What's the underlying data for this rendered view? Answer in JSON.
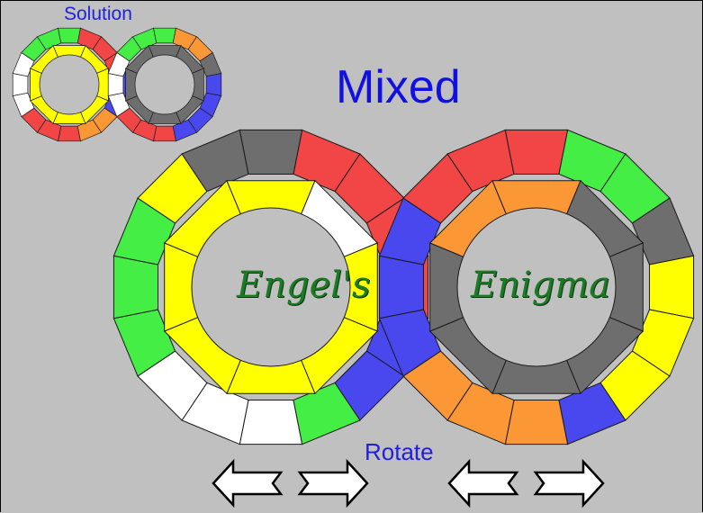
{
  "solution_label": "Solution",
  "status_title": "Mixed",
  "rotate_label": "Rotate",
  "logo": {
    "left": "Engel's",
    "right": "Enigma"
  },
  "colors": {
    "background": "#c0c0c0",
    "red": "#f24545",
    "blue": "#4848ee",
    "yellow": "#ffff00",
    "orange": "#fc9735",
    "white": "#ffffff",
    "green": "#44ee44",
    "gray": "#6e6e6e"
  },
  "controls": [
    {
      "id": "rotate-left-ccw",
      "direction": "left"
    },
    {
      "id": "rotate-left-cw",
      "direction": "right"
    },
    {
      "id": "rotate-right-ccw",
      "direction": "left"
    },
    {
      "id": "rotate-right-cw",
      "direction": "right"
    }
  ],
  "puzzle": {
    "left_outer": [
      "white",
      "white",
      "white",
      "green",
      "green",
      "green",
      "yellow",
      "gray",
      "gray",
      "red",
      "red",
      "red",
      "red",
      "blue",
      "blue",
      "green"
    ],
    "left_inner": [
      "yellow",
      "yellow",
      "yellow",
      "yellow",
      "yellow",
      "white",
      "yellow",
      "yellow"
    ],
    "right_outer": [
      "orange",
      "orange",
      "orange",
      "blue",
      "blue",
      "blue",
      "red",
      "red",
      "red",
      "green",
      "green",
      "gray",
      "yellow",
      "yellow",
      "yellow",
      "blue"
    ],
    "right_inner": [
      "gray",
      "gray",
      "gray",
      "orange",
      "orange",
      "gray",
      "gray",
      "gray"
    ]
  },
  "solution": {
    "left_outer": [
      "red",
      "red",
      "red",
      "white",
      "white",
      "white",
      "green",
      "green",
      "green",
      "red",
      "red",
      "red",
      "blue",
      "blue",
      "orange",
      "orange"
    ],
    "left_inner": [
      "yellow",
      "yellow",
      "yellow",
      "yellow",
      "yellow",
      "yellow",
      "yellow",
      "yellow"
    ],
    "right_outer": [
      "red",
      "red",
      "red",
      "white",
      "white",
      "white",
      "green",
      "green",
      "green",
      "orange",
      "orange",
      "gray",
      "blue",
      "blue",
      "blue",
      "blue"
    ],
    "right_inner": [
      "gray",
      "gray",
      "gray",
      "gray",
      "gray",
      "gray",
      "gray",
      "gray"
    ]
  }
}
